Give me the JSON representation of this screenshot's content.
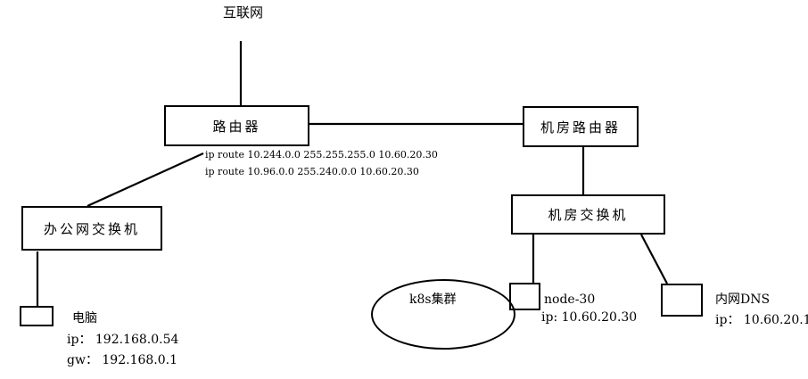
{
  "internet": {
    "label": "互联网"
  },
  "router": {
    "label": "路由器",
    "routes": [
      "ip route 10.244.0.0  255.255.255.0  10.60.20.30",
      "ip route 10.96.0.0   255.240.0.0      10.60.20.30"
    ]
  },
  "dc_router": {
    "label": "机房路由器"
  },
  "office_switch": {
    "label": "办公网交换机"
  },
  "dc_switch": {
    "label": "机房交换机"
  },
  "pc": {
    "label": "电脑",
    "ip": "ip： 192.168.0.54",
    "gw": "gw： 192.168.0.1"
  },
  "cluster": {
    "label": "k8s集群"
  },
  "node": {
    "label": "node-30",
    "ip": "ip:  10.60.20.30"
  },
  "dns": {
    "label": "内网DNS",
    "ip": "ip：  10.60.20.1"
  },
  "colors": {
    "line": "#000000",
    "background": "#ffffff"
  }
}
